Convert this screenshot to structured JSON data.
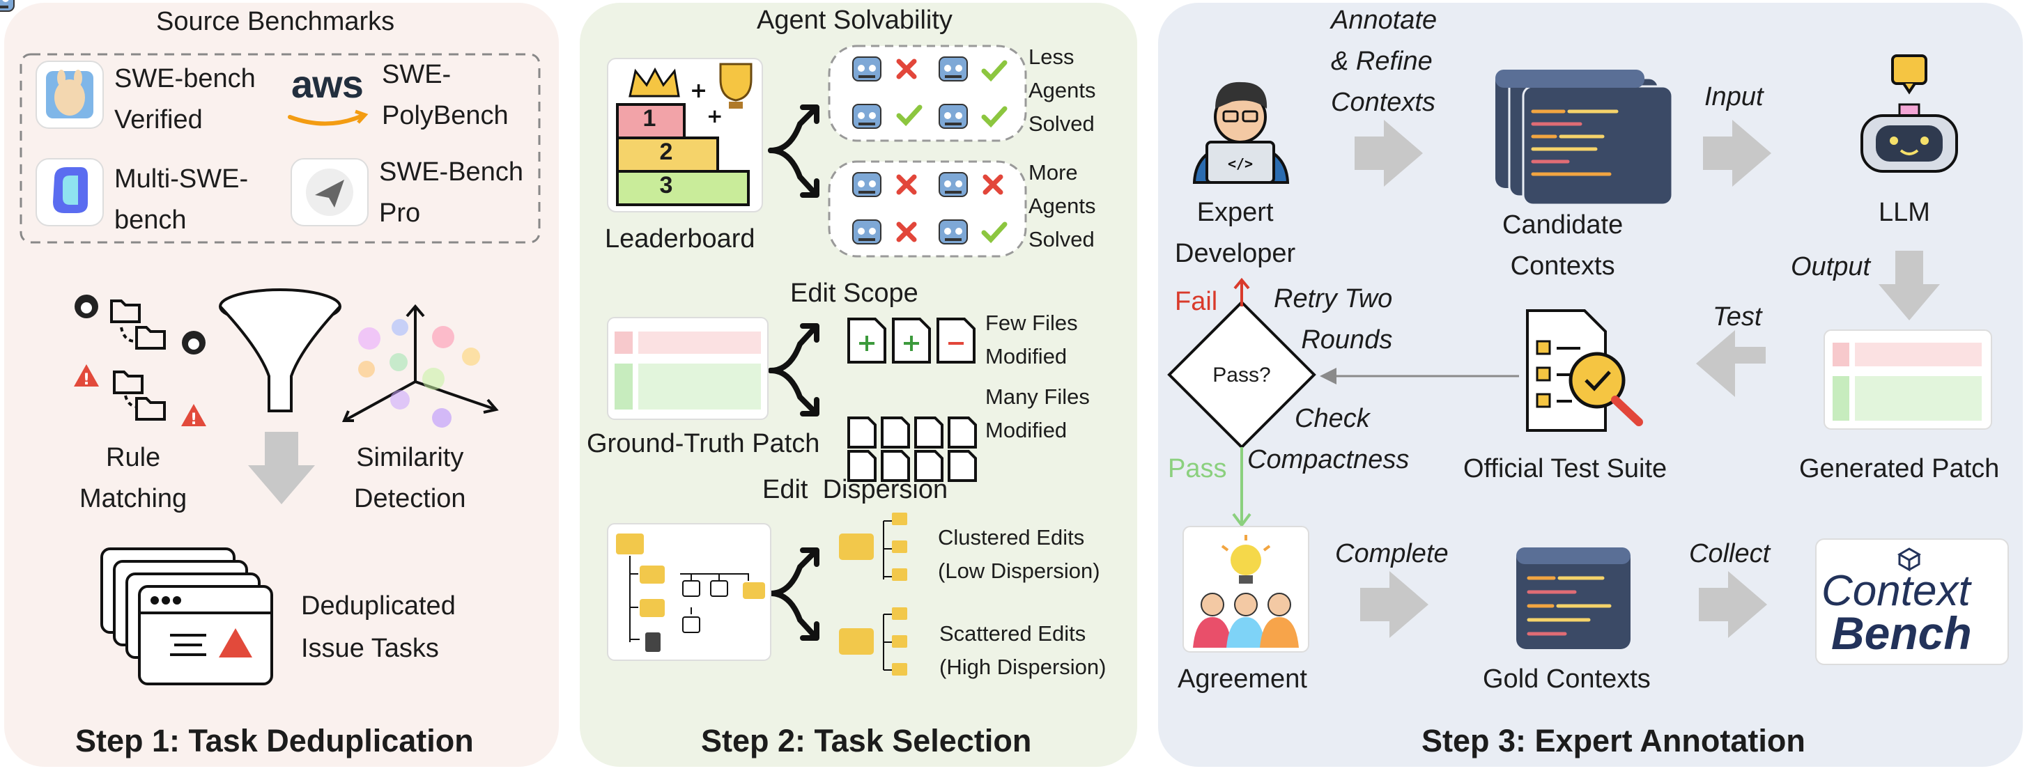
{
  "colors": {
    "panel1_bg": "#faf1ee",
    "panel2_bg": "#eef3e6",
    "panel3_bg": "#e9edf4",
    "fail": "#d93a2b",
    "pass": "#8bd07e",
    "arrow_gray": "#c8c8c8",
    "brand_navy": "#22325a"
  },
  "step1": {
    "source_title": "Source Benchmarks",
    "benchmarks": [
      {
        "name_line1": "SWE-bench",
        "name_line2": "Verified",
        "icon": "llama-icon"
      },
      {
        "name_line1": "SWE-",
        "name_line2": "PolyBench",
        "icon": "aws-logo",
        "logo_text": "aws"
      },
      {
        "name_line1": "Multi-SWE-",
        "name_line2": "bench",
        "icon": "multi-swe-logo"
      },
      {
        "name_line1": "SWE-Bench",
        "name_line2": "Pro",
        "icon": "paper-plane-icon"
      }
    ],
    "rule_matching": [
      "Rule",
      "Matching"
    ],
    "similarity_detection": [
      "Similarity",
      "Detection"
    ],
    "dedup_label": [
      "Deduplicated",
      "Issue Tasks"
    ],
    "title": "Step 1: Task Deduplication"
  },
  "step2": {
    "agent_solvability": "Agent Solvability",
    "leaderboard": "Leaderboard",
    "podium": [
      "1",
      "2",
      "3"
    ],
    "less_agents": [
      "Less",
      "Agents",
      "Solved"
    ],
    "more_agents": [
      "More",
      "Agents",
      "Solved"
    ],
    "edit_scope": "Edit Scope",
    "ground_truth_patch": "Ground-Truth Patch",
    "few_files": [
      "Few Files",
      "Modified"
    ],
    "many_files": [
      "Many Files",
      "Modified"
    ],
    "edit_dispersion": "Edit  Dispersion",
    "clustered": [
      "Clustered Edits",
      "(Low Dispersion)"
    ],
    "scattered": [
      "Scattered Edits",
      "(High Dispersion)"
    ],
    "title": "Step 2: Task Selection"
  },
  "step3": {
    "annotate": [
      "Annotate",
      "& Refine",
      "Contexts"
    ],
    "expert_developer": [
      "Expert",
      "Developer"
    ],
    "candidate_contexts": [
      "Candidate",
      "Contexts"
    ],
    "input": "Input",
    "llm": "LLM",
    "output": "Output",
    "test": "Test",
    "generated_patch": "Generated Patch",
    "official_test_suite": "Official Test Suite",
    "pass_question": "Pass?",
    "fail": "Fail",
    "retry": [
      "Retry Two",
      "Rounds"
    ],
    "check": [
      "Check",
      "Compactness"
    ],
    "pass": "Pass",
    "agreement": "Agreement",
    "complete": "Complete",
    "gold_contexts": "Gold Contexts",
    "collect": "Collect",
    "brand": [
      "Context",
      "Bench"
    ],
    "title": "Step 3: Expert Annotation"
  }
}
